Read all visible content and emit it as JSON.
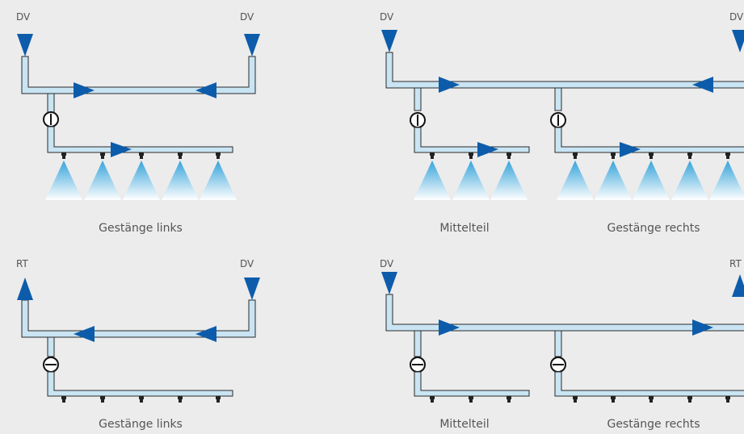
{
  "colors": {
    "background": "#ececec",
    "pipe_fill": "#c9e4f3",
    "pipe_outline": "#2a2a2a",
    "arrow_blue": "#0d5cab",
    "spray_top": "#35a3da",
    "spray_bottom": "#ffffff",
    "nozzle": "#222222",
    "text": "#555555"
  },
  "diagrams": [
    {
      "id": "top-left",
      "state": "valve-open",
      "inlet_left_label": "DV",
      "inlet_right_label": "DV",
      "sections": [
        {
          "caption": "Gestänge links",
          "nozzle_count": 5,
          "spraying": true
        }
      ]
    },
    {
      "id": "top-right",
      "state": "valve-open",
      "inlet_left_label": "DV",
      "inlet_right_label": "DV",
      "sections": [
        {
          "caption": "Mittelteil",
          "nozzle_count": 3,
          "spraying": true
        },
        {
          "caption": "Gestänge rechts",
          "nozzle_count": 5,
          "spraying": true
        }
      ]
    },
    {
      "id": "bottom-left",
      "state": "valve-closed",
      "inlet_left_label": "RT",
      "inlet_right_label": "DV",
      "sections": [
        {
          "caption": "Gestänge links",
          "nozzle_count": 5,
          "spraying": false
        }
      ]
    },
    {
      "id": "bottom-right",
      "state": "valve-closed",
      "inlet_left_label": "DV",
      "inlet_right_label": "RT",
      "sections": [
        {
          "caption": "Mittelteil",
          "nozzle_count": 3,
          "spraying": false
        },
        {
          "caption": "Gestänge rechts",
          "nozzle_count": 5,
          "spraying": false
        }
      ]
    }
  ]
}
